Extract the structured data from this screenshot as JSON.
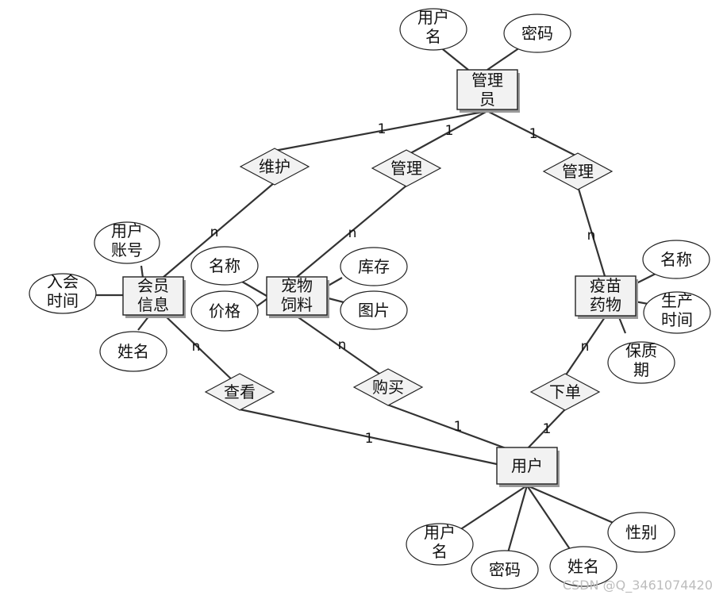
{
  "entities": {
    "admin": "管理员",
    "member": "会员信息",
    "petfood": "宠物饲料",
    "vaccine": "疫苗药物",
    "user": "用户"
  },
  "attributes": {
    "admin_username": "用户名",
    "admin_password": "密码",
    "member_account": "用户账号",
    "member_join_time": "入会时间",
    "member_name": "姓名",
    "food_name": "名称",
    "food_price": "价格",
    "food_stock": "库存",
    "food_image": "图片",
    "vaccine_name": "名称",
    "vaccine_produce_time": "生产时间",
    "vaccine_shelf_life": "保质期",
    "user_username": "用户名",
    "user_password": "密码",
    "user_name": "姓名",
    "user_gender": "性别"
  },
  "relationships": {
    "maintain": "维护",
    "manage_food": "管理",
    "manage_vaccine": "管理",
    "view": "查看",
    "buy": "购买",
    "order": "下单"
  },
  "cardinalities": {
    "admin_maintain": "1",
    "maintain_member": "n",
    "admin_manage_food": "1",
    "manage_food_petfood": "n",
    "admin_manage_vaccine": "1",
    "manage_vaccine_vaccine": "n",
    "member_view": "n",
    "view_user": "1",
    "petfood_buy": "n",
    "buy_user": "1",
    "vaccine_order": "n",
    "order_user": "1"
  },
  "watermark": "CSDN @Q_3461074420"
}
